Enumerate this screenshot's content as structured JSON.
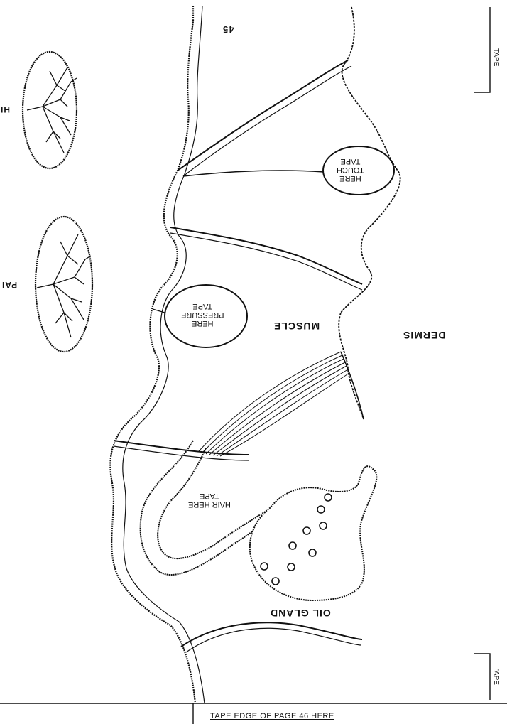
{
  "page_number": "45",
  "labels": {
    "dermis": "DERMIS",
    "muscle": "MUSCLE",
    "oil_gland": "OIL GLAND",
    "pain_partial": "PAI",
    "hi_partial": "HI"
  },
  "tape_labels": {
    "touch": [
      "TAPE",
      "TOUCH",
      "HERE"
    ],
    "pressure": [
      "TAPE",
      "PRESSURE",
      "HERE"
    ],
    "hair": [
      "TAPE",
      "HAIR HERE"
    ]
  },
  "side_tape_top": "TAPE",
  "side_tape_bottom": "'APE",
  "bottom_edge": "TAPE EDGE OF PAGE 46 HERE"
}
